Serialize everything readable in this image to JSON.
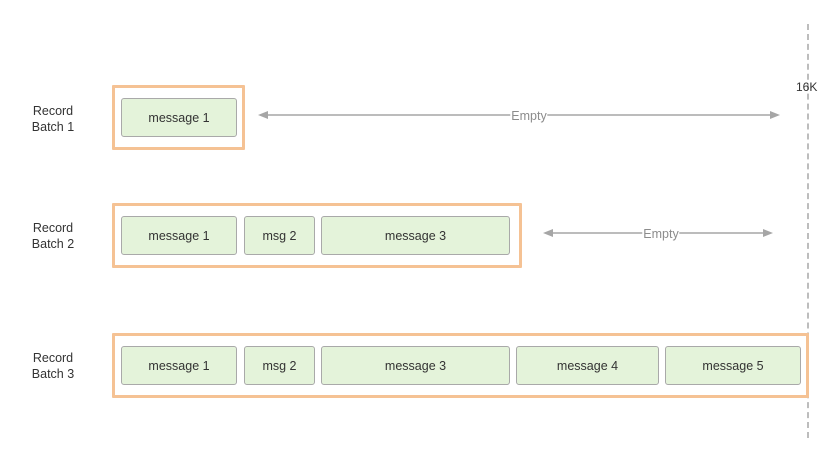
{
  "limit_label": "16K",
  "empty_label": "Empty",
  "batches": [
    {
      "label_lines": [
        "Record",
        "Batch 1"
      ],
      "messages": [
        "message 1"
      ]
    },
    {
      "label_lines": [
        "Record",
        "Batch 2"
      ],
      "messages": [
        "message 1",
        "msg 2",
        "message 3"
      ]
    },
    {
      "label_lines": [
        "Record",
        "Batch 3"
      ],
      "messages": [
        "message 1",
        "msg 2",
        "message 3",
        "message 4",
        "message 5"
      ]
    }
  ],
  "colors": {
    "batch_border": "#f5c294",
    "message_fill": "#e4f3da",
    "message_border": "#a9a9a9",
    "arrow": "#a6a6a6",
    "limit_line": "#bdbdbd"
  }
}
